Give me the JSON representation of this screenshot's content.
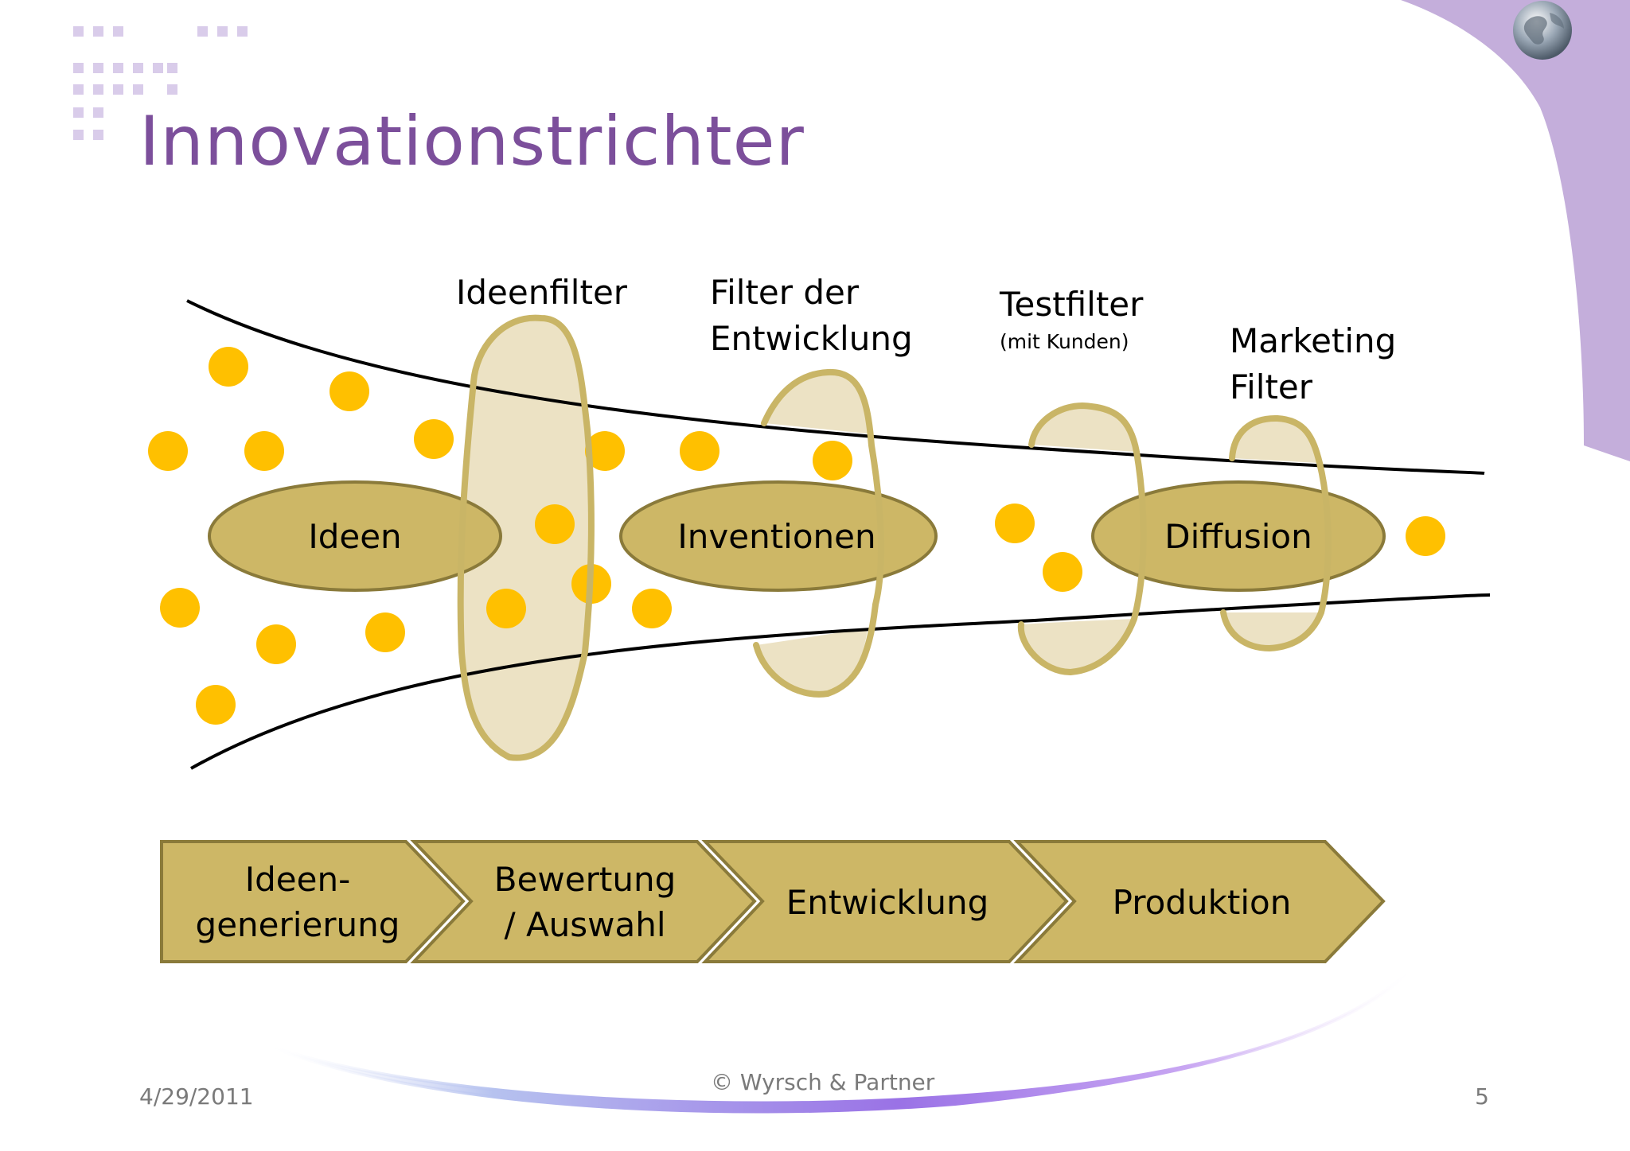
{
  "slide": {
    "title": "Innovationstrichter",
    "date": "4/29/2011",
    "copyright": "© Wyrsch & Partner",
    "page_number": "5"
  },
  "colors": {
    "title": "#7c4f9b",
    "accent_purple": "#c4aedb",
    "stage_fill": "#cdb766",
    "stage_stroke": "#8a7a3a",
    "dot": "#ffc000",
    "filter_stroke": "#c9b566",
    "filter_fill": "#ece2c4"
  },
  "stages": [
    {
      "label": "Ideen"
    },
    {
      "label": "Inventionen"
    },
    {
      "label": "Diffusion"
    }
  ],
  "filters": [
    {
      "label_lines": [
        "Ideenfilter"
      ]
    },
    {
      "label_lines": [
        "Filter der",
        "Entwicklung"
      ]
    },
    {
      "label_lines": [
        "Testfilter"
      ],
      "sub": "(mit Kunden)"
    },
    {
      "label_lines": [
        "Marketing",
        "Filter"
      ]
    }
  ],
  "process_steps": [
    {
      "lines": [
        "Ideen-",
        "generierung"
      ]
    },
    {
      "lines": [
        "Bewertung",
        "/ Auswahl"
      ]
    },
    {
      "lines": [
        "Entwicklung"
      ]
    },
    {
      "lines": [
        "Produktion"
      ]
    }
  ]
}
